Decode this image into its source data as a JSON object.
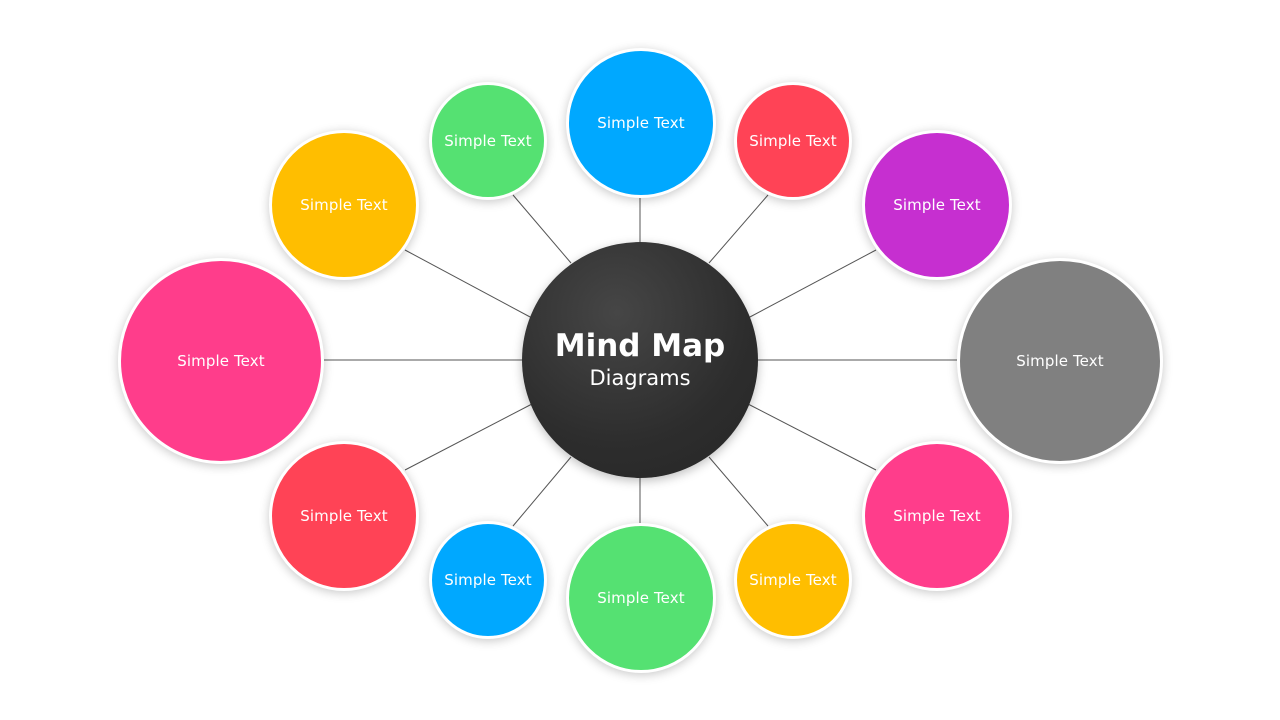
{
  "center": {
    "title": "Mind Map",
    "subtitle": "Diagrams",
    "color": "#2e2e2e"
  },
  "nodes": [
    {
      "id": "top",
      "label": "Simple Text",
      "color": "#00a8ff"
    },
    {
      "id": "top-left-small",
      "label": "Simple Text",
      "color": "#55e172"
    },
    {
      "id": "top-right-small",
      "label": "Simple Text",
      "color": "#ff4356"
    },
    {
      "id": "upper-left",
      "label": "Simple Text",
      "color": "#ffbe00"
    },
    {
      "id": "upper-right",
      "label": "Simple Text",
      "color": "#c62fd0"
    },
    {
      "id": "left-large",
      "label": "Simple Text",
      "color": "#ff3d8b"
    },
    {
      "id": "right-large",
      "label": "Simple Text",
      "color": "#808080"
    },
    {
      "id": "lower-left",
      "label": "Simple Text",
      "color": "#ff4356"
    },
    {
      "id": "lower-right",
      "label": "Simple Text",
      "color": "#ff3d8b"
    },
    {
      "id": "bottom-left-small",
      "label": "Simple Text",
      "color": "#00a8ff"
    },
    {
      "id": "bottom-right-small",
      "label": "Simple Text",
      "color": "#ffbe00"
    },
    {
      "id": "bottom",
      "label": "Simple Text",
      "color": "#55e172"
    }
  ]
}
